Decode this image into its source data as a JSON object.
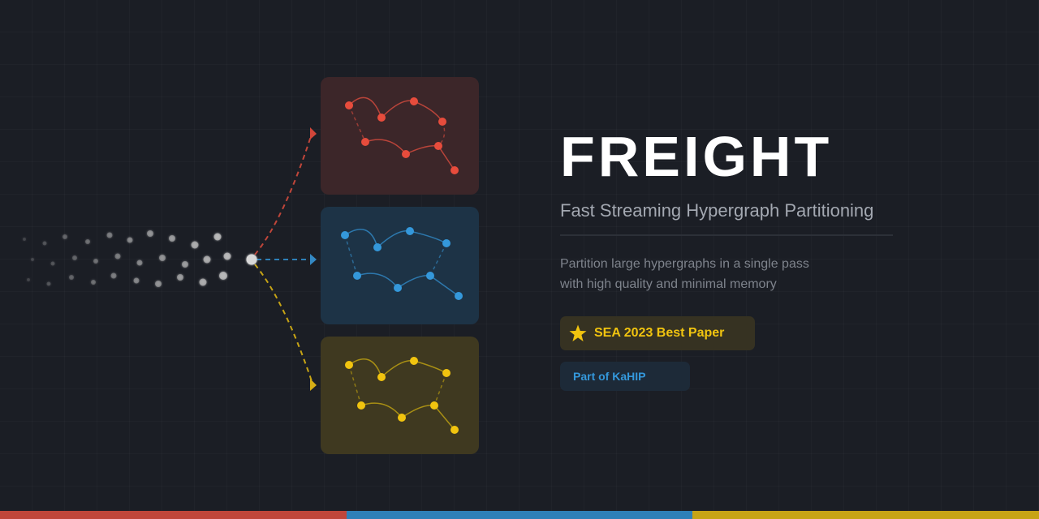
{
  "hero": {
    "title": "FREIGHT",
    "subtitle": "Fast Streaming Hypergraph Partitioning",
    "description_lines": [
      "Partition large hypergraphs in a single pass",
      "with high quality and minimal memory"
    ]
  },
  "badges": {
    "award": {
      "icon": "star-icon",
      "label": "SEA 2023 Best Paper",
      "color": "#f1c40f"
    },
    "project": {
      "label": "Part of KaHIP",
      "color": "#3498db"
    }
  },
  "illustration": {
    "source_node": "stream-source",
    "partitions": [
      {
        "name": "partition-red",
        "color": "#e74c3c",
        "bg": "#3c2629"
      },
      {
        "name": "partition-blue",
        "color": "#3498db",
        "bg": "#1d3346"
      },
      {
        "name": "partition-yellow",
        "color": "#f1c40f",
        "bg": "#3f3920"
      }
    ]
  },
  "bottom_bar": {
    "colors": [
      "#c0463a",
      "#2e80b8",
      "#c7a415"
    ]
  }
}
